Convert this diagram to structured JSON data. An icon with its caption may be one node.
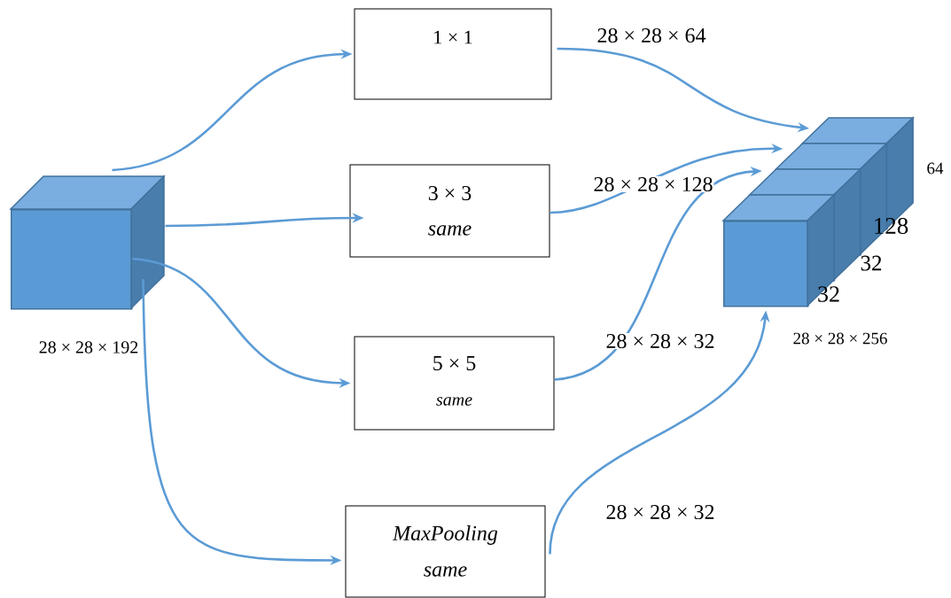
{
  "diagram": {
    "nodes": [
      {
        "text": [],
        "shape": "cube",
        "beside": [
          "28 × 28 × 192"
        ]
      },
      {
        "text": [
          "1 × 1"
        ]
      },
      {
        "text": [
          "3 × 3",
          "same"
        ]
      },
      {
        "text": [
          "5 × 5",
          "same"
        ]
      },
      {
        "text": [
          "MaxPooling",
          "same"
        ]
      },
      {
        "text": [],
        "shape": "cube",
        "beside": [
          "64"
        ]
      },
      {
        "text": [],
        "shape": "cube",
        "beside": [
          "128"
        ]
      },
      {
        "text": [],
        "shape": "cube",
        "beside": [
          "32"
        ]
      },
      {
        "text": [],
        "shape": "cube",
        "beside": [
          "32"
        ]
      }
    ],
    "edges": [
      {
        "from": 0,
        "to": 1,
        "arrow": "to"
      },
      {
        "from": 0,
        "to": 2,
        "arrow": "to"
      },
      {
        "from": 0,
        "to": 3,
        "arrow": "to"
      },
      {
        "from": 0,
        "to": 4,
        "arrow": "to"
      },
      {
        "from": 1,
        "to": 5,
        "arrow": "to",
        "label": "28 × 28 × 64"
      },
      {
        "from": 2,
        "to": 6,
        "arrow": "to",
        "label": "28 × 28 × 128"
      },
      {
        "from": 3,
        "to": 7,
        "arrow": "to",
        "label": "28 × 28 × 32"
      },
      {
        "from": 4,
        "to": 8,
        "arrow": "to",
        "label": "28 × 28 × 32"
      }
    ],
    "labels": [
      "28 × 28 × 256"
    ]
  }
}
